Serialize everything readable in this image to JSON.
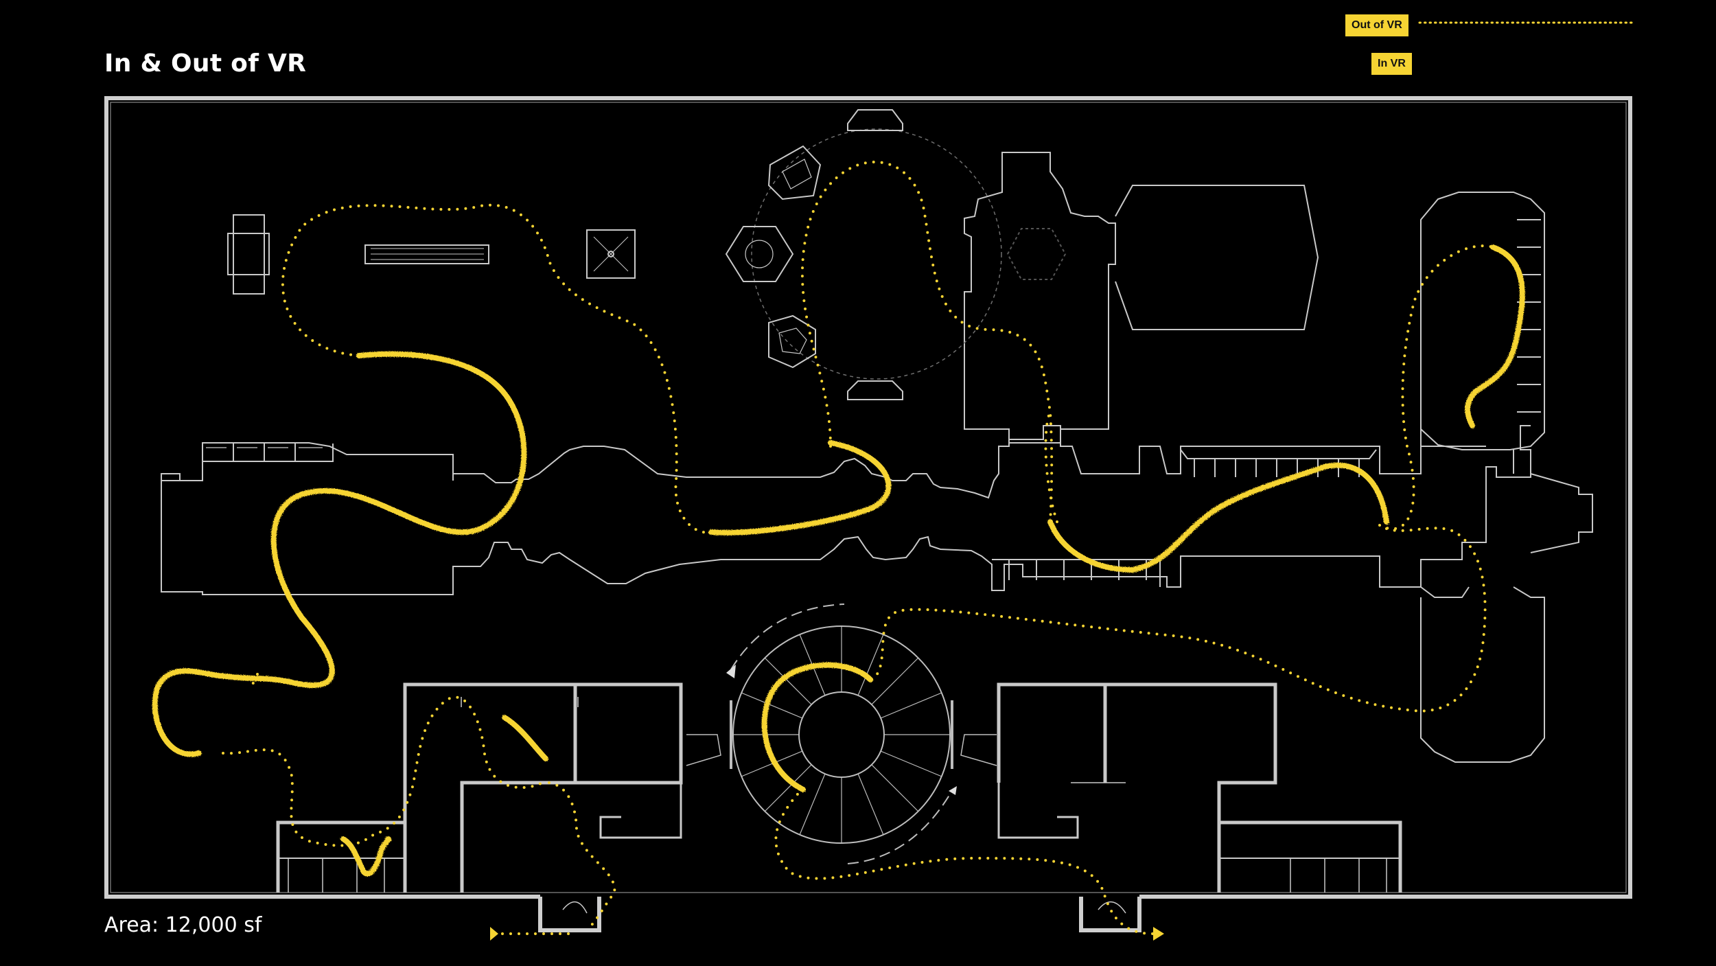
{
  "title": "In & Out of VR",
  "area_label": "Area: 12,000 sf",
  "legend": {
    "out_label": "Out of VR",
    "in_label": "In VR"
  },
  "colors": {
    "background": "#000000",
    "walls": "#c9c9c9",
    "path": "#f6d433"
  }
}
